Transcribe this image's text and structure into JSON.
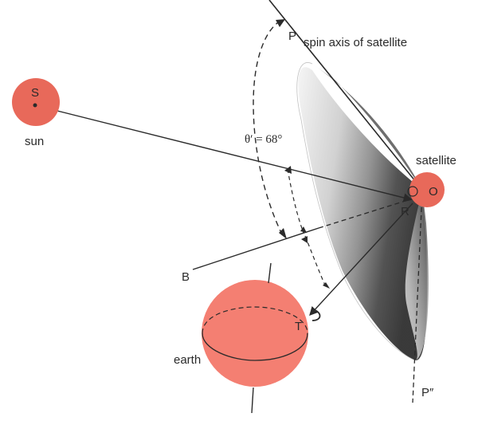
{
  "labels": {
    "spin_axis": "spin axis of satellite",
    "sun": "sun",
    "satellite": "satellite",
    "earth": "earth",
    "angle": "θ′ = 68°",
    "point_s": "S",
    "point_o": "O",
    "point_p": "P",
    "point_r": "R",
    "point_b": "B",
    "point_t": "T",
    "point_p2": "P″"
  },
  "colors": {
    "body_fill": "#e8695a",
    "earth_fill": "#f47f72",
    "line": "#2a2a2a",
    "cone_dark": "#3a3a3a",
    "cone_light": "#f2f2f2"
  }
}
